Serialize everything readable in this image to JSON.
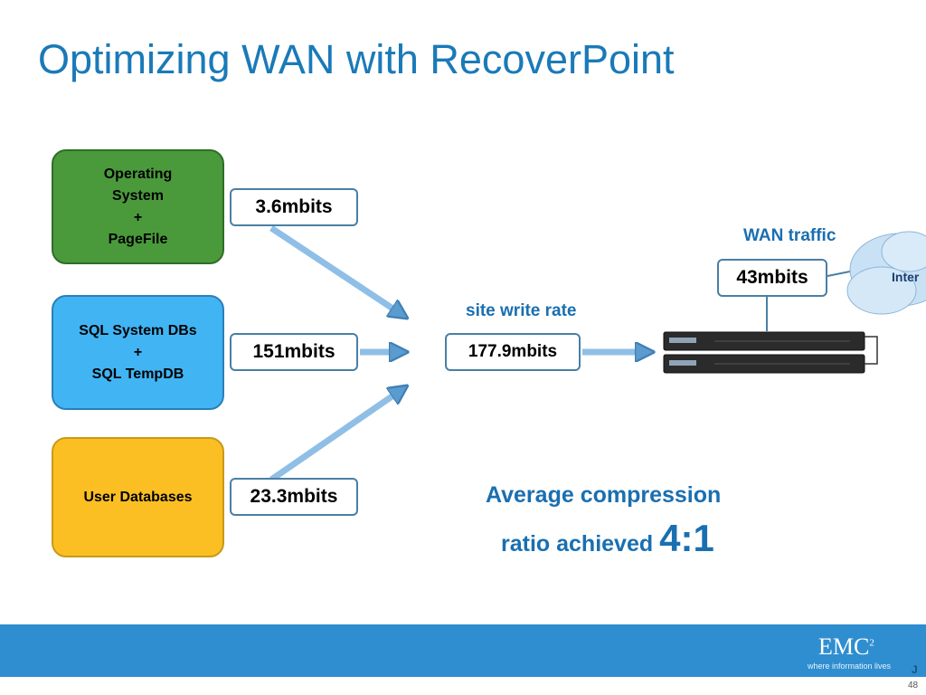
{
  "title": "Optimizing WAN with RecoverPoint",
  "sources": [
    {
      "label": "Operating\nSystem\n+\nPageFile",
      "color": "#4a9a3c"
    },
    {
      "label": "SQL System DBs\n+\nSQL TempDB",
      "color": "#41b4f4"
    },
    {
      "label": "User Databases",
      "color": "#fbbf24"
    }
  ],
  "rates": {
    "os": "3.6mbits",
    "sql": "151mbits",
    "user_db": "23.3mbits",
    "site_write": "177.9mbits",
    "wan": "43mbits"
  },
  "labels": {
    "site_write_rate": "site write rate",
    "wan_traffic": "WAN traffic",
    "cloud": "Inter"
  },
  "compression": {
    "line1": "Average compression",
    "line2": "ratio achieved",
    "ratio": "4:1"
  },
  "footer": {
    "logo": "EMC",
    "logo_sup": "2",
    "tagline": "where information lives",
    "mark": "J",
    "page": "48"
  },
  "colors": {
    "accent": "#1a7ab8",
    "footer": "#2f8ed0",
    "arrow": "#6aa6d6"
  }
}
